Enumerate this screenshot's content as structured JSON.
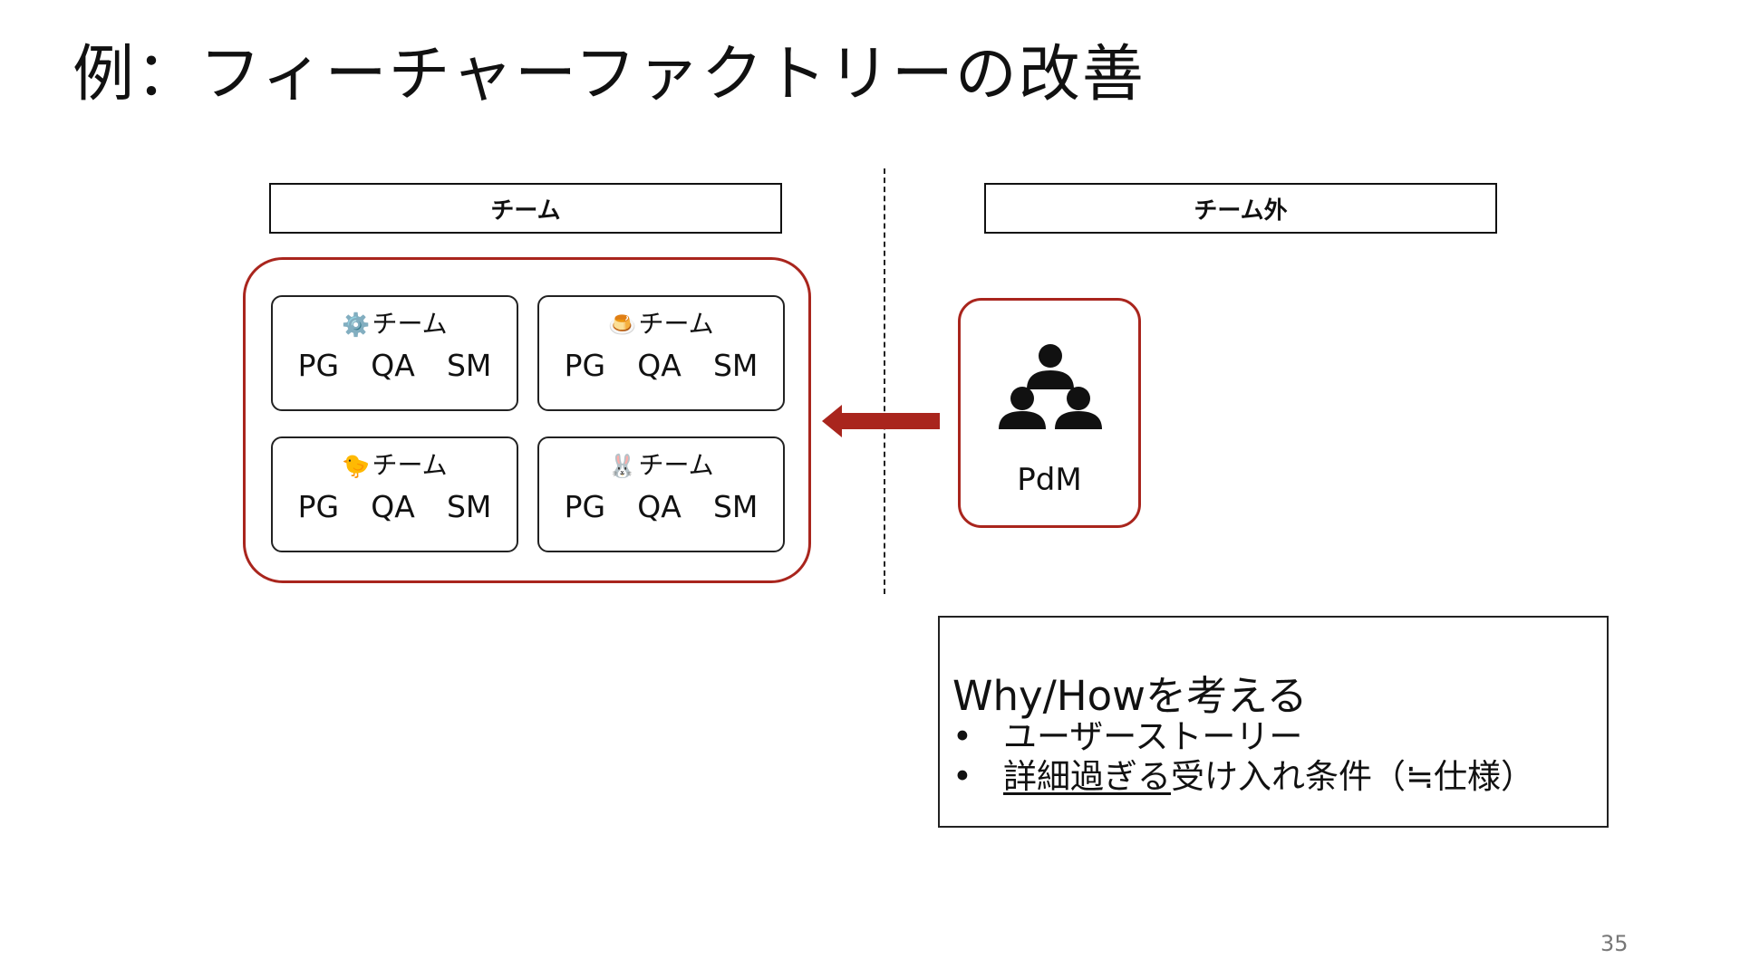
{
  "title": "例：フィーチャーファクトリーの改善",
  "headers": {
    "team": "チーム",
    "outside": "チーム外"
  },
  "teams": [
    {
      "emoji": "⚙️",
      "name": "チーム",
      "roles": [
        "PG",
        "QA",
        "SM"
      ]
    },
    {
      "emoji": "🍮",
      "name": "チーム",
      "roles": [
        "PG",
        "QA",
        "SM"
      ]
    },
    {
      "emoji": "🐤",
      "name": "チーム",
      "roles": [
        "PG",
        "QA",
        "SM"
      ]
    },
    {
      "emoji": "🐰",
      "name": "チーム",
      "roles": [
        "PG",
        "QA",
        "SM"
      ]
    }
  ],
  "pdm": {
    "label": "PdM",
    "icon": "people-group-icon"
  },
  "info": {
    "heading": "Why/Howを考える",
    "bullets": [
      {
        "text": "ユーザーストーリー"
      },
      {
        "underlined": "詳細過ぎる",
        "rest": "受け入れ条件（≒仕様）"
      }
    ]
  },
  "colors": {
    "accent": "#a9251d",
    "border": "#222222"
  },
  "page_number": "35"
}
